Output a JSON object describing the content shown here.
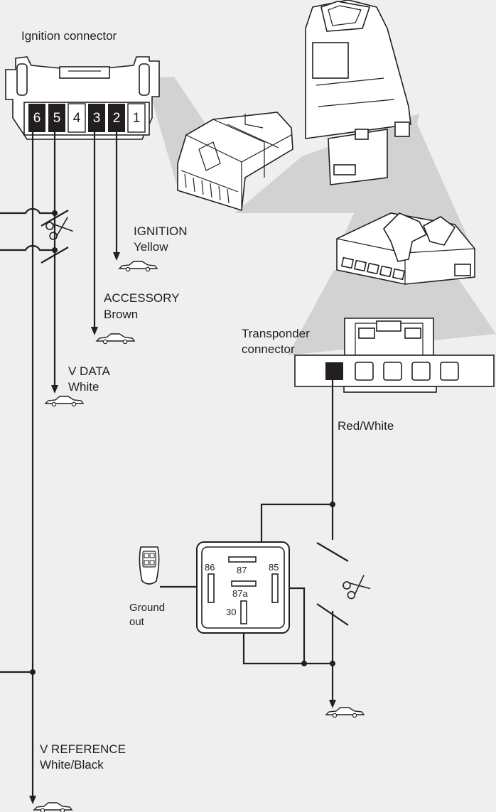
{
  "ignition_connector": {
    "title": "Ignition connector",
    "pins": [
      "6",
      "5",
      "4",
      "3",
      "2",
      "1"
    ]
  },
  "wires": {
    "ignition": {
      "name": "IGNITION",
      "color": "Yellow"
    },
    "accessory": {
      "name": "ACCESSORY",
      "color": "Brown"
    },
    "v_data": {
      "name": "V DATA",
      "color": "White"
    },
    "v_reference": {
      "name": "V REFERENCE",
      "color": "White/Black"
    },
    "transponder": {
      "color": "Red/White"
    }
  },
  "transponder_connector": {
    "title_line1": "Transponder",
    "title_line2": "connector"
  },
  "relay": {
    "pins": {
      "p86": "86",
      "p87": "87",
      "p87a": "87a",
      "p85": "85",
      "p30": "30"
    }
  },
  "ground_out": {
    "line1": "Ground",
    "line2": "out"
  },
  "colors": {
    "line": "#231f20",
    "background": "#efefef",
    "pin_fill": "#231f20",
    "beam": "#d2d2d2"
  },
  "icons": [
    "car-ground-icon",
    "scissors-icon",
    "remote-fob-icon"
  ]
}
